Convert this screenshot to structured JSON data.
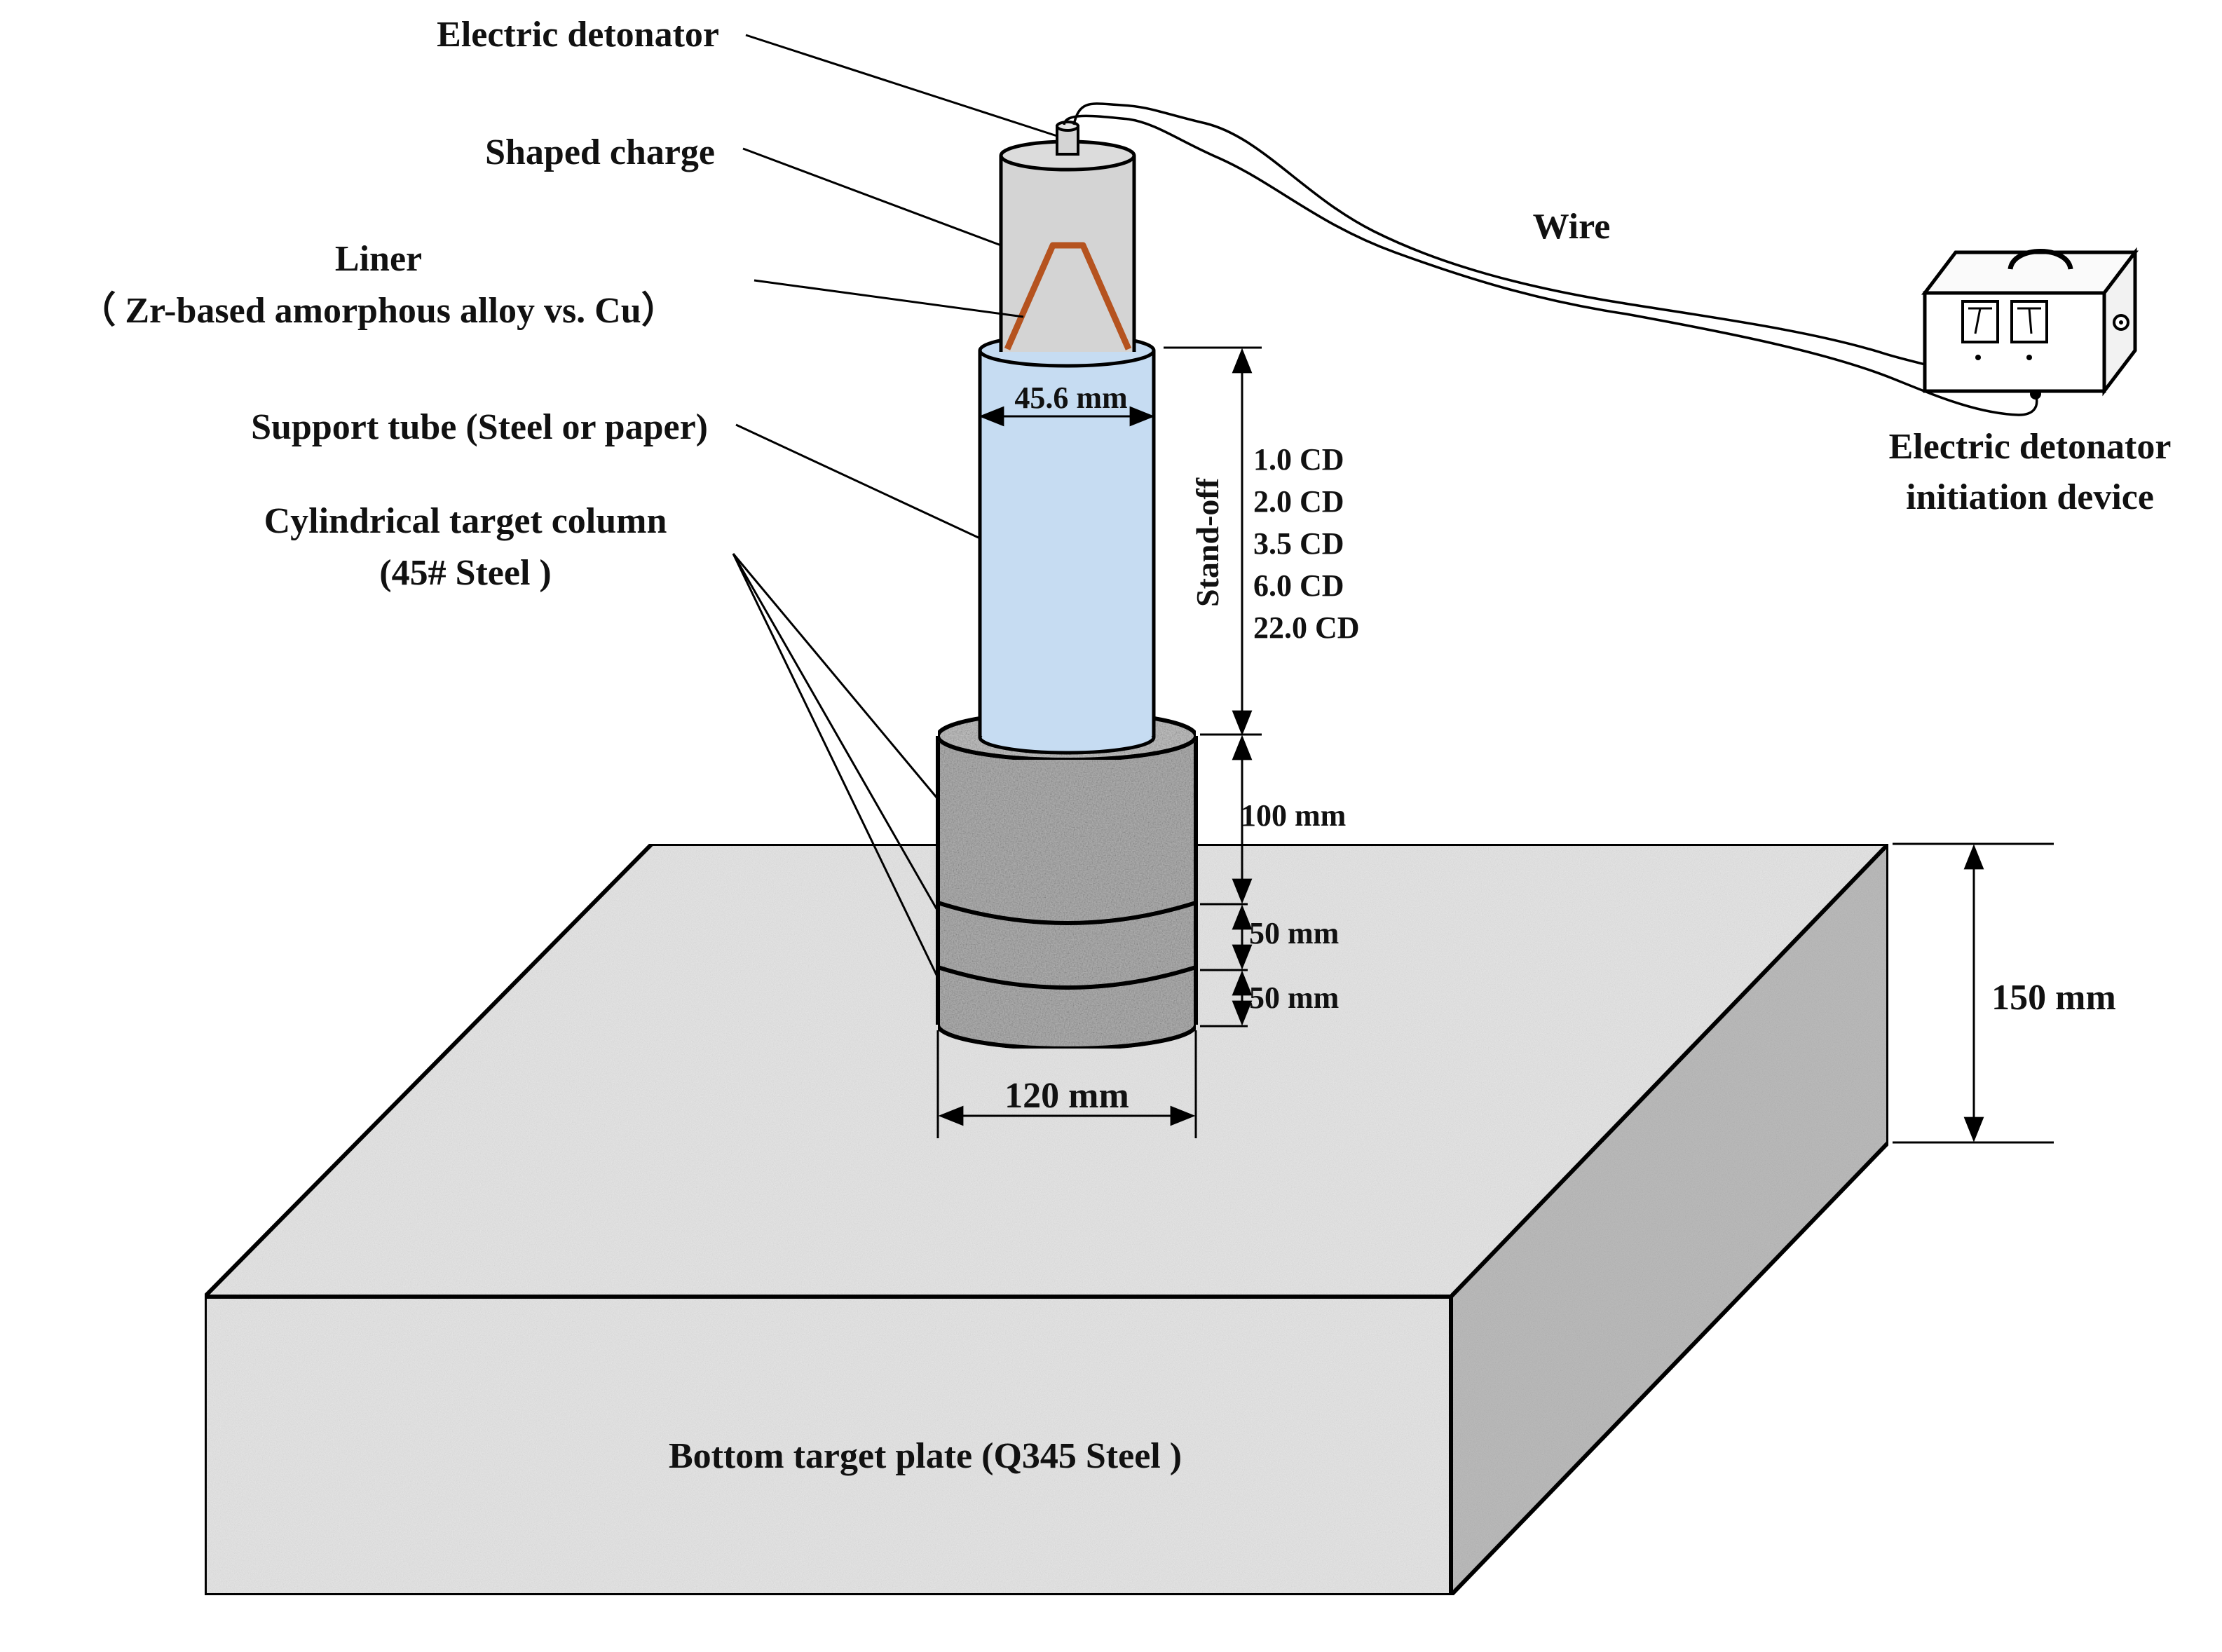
{
  "labels": {
    "electric_detonator": "Electric detonator",
    "shaped_charge": "Shaped charge",
    "liner": "Liner",
    "liner_material": "（ Zr-based amorphous alloy  vs. Cu）",
    "support_tube": "Support tube (Steel or paper)",
    "target_column": "Cylindrical target column",
    "target_column_material": "(45# Steel )",
    "wire": "Wire",
    "initiation_device_line1": "Electric detonator",
    "initiation_device_line2": "initiation device",
    "bottom_plate": "Bottom target plate (Q345 Steel )"
  },
  "dimensions": {
    "charge_diameter": "45.6 mm",
    "standoff_label": "Stand-off",
    "standoff_values": [
      "1.0 CD",
      "2.0 CD",
      "3.5 CD",
      "6.0 CD",
      "22.0 CD"
    ],
    "column_top_height": "100 mm",
    "column_mid_height": "50 mm",
    "column_bottom_height": "50 mm",
    "column_diameter": "120 mm",
    "plate_thickness": "150 mm"
  },
  "colors": {
    "charge_fill": "#d4d4d4",
    "liner_stroke": "#b5531f",
    "tube_fill": "#c6dcf2",
    "concrete_fill": "#e7e7e7",
    "column_fill": "#aaaaaa"
  }
}
